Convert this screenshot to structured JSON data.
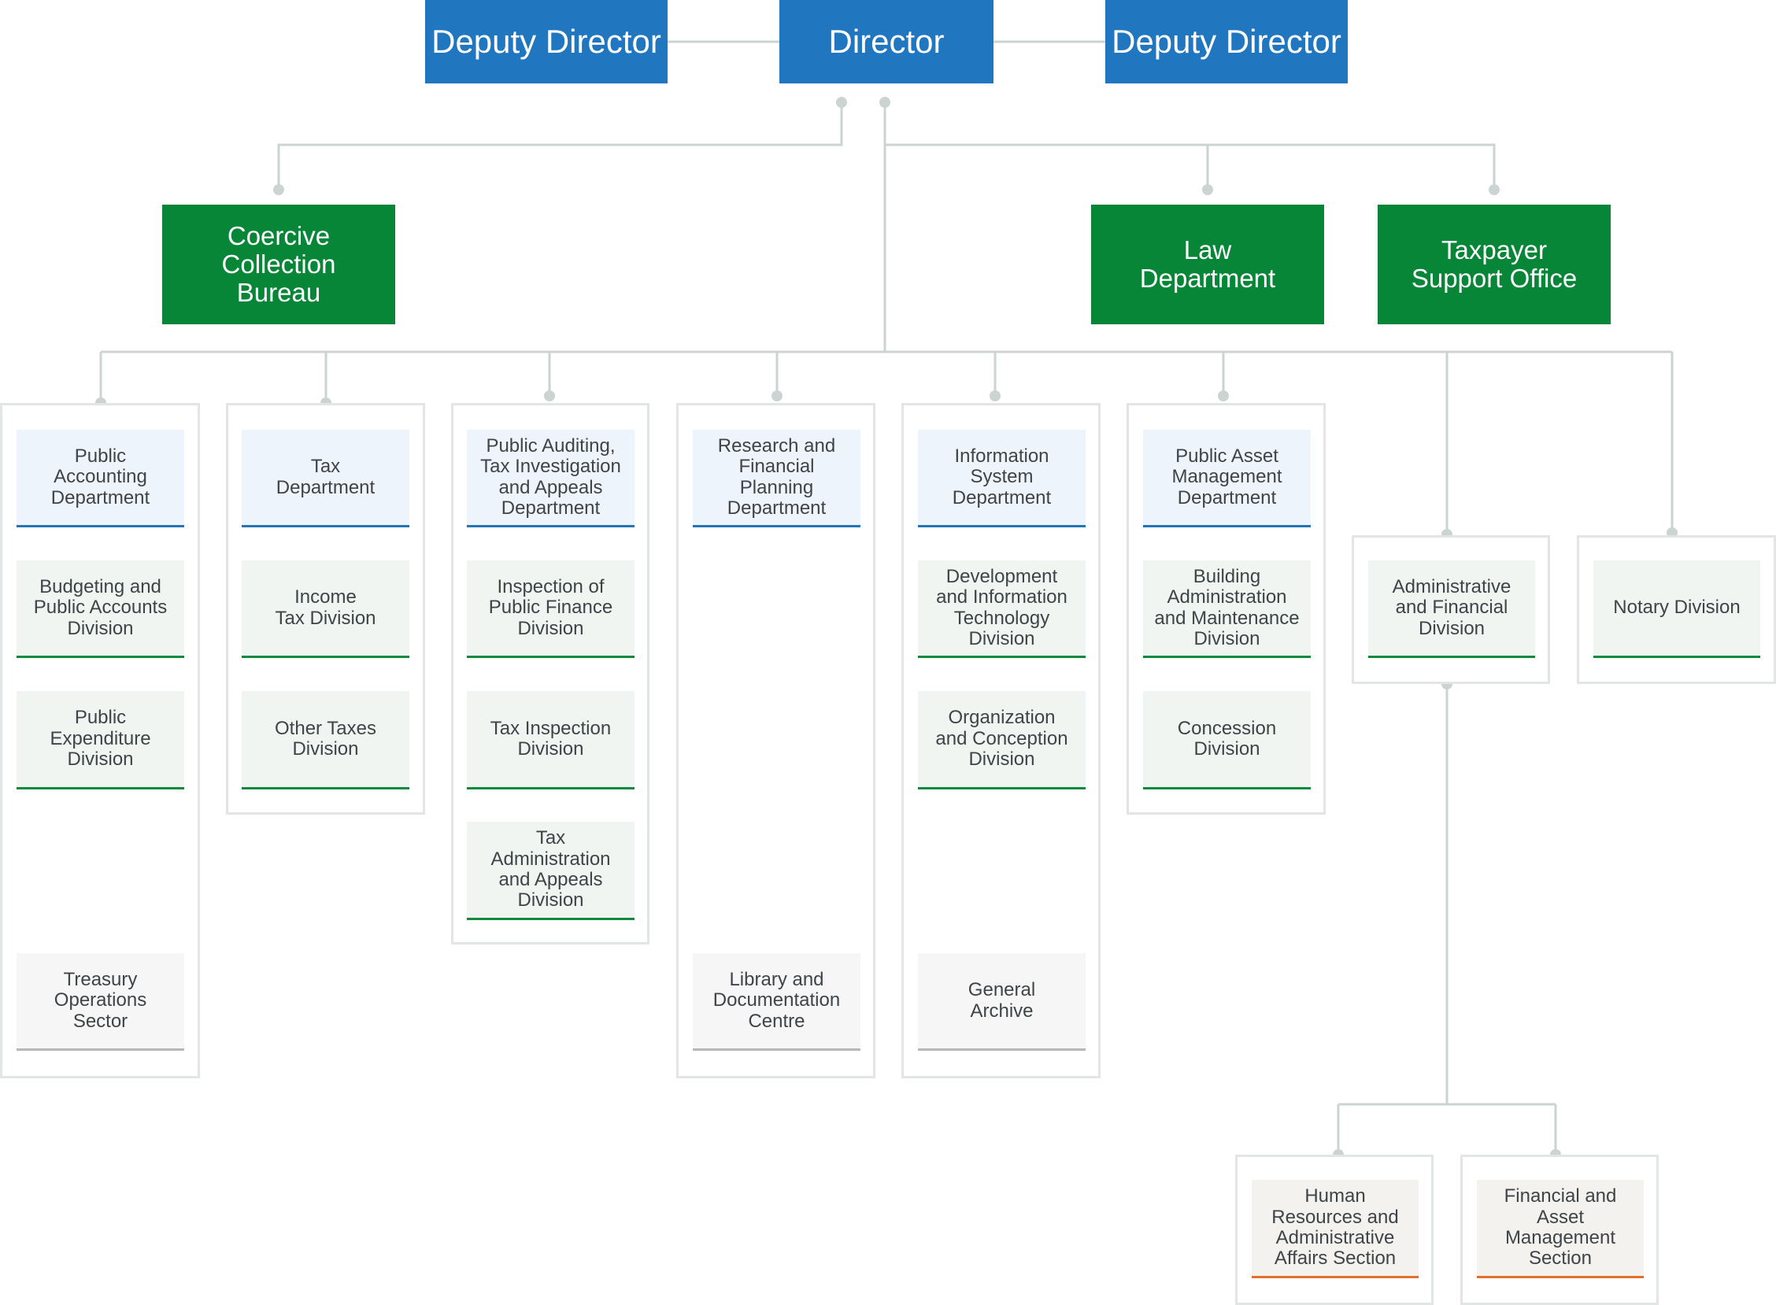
{
  "top": {
    "deputy_left": "Deputy Director",
    "director": "Director",
    "deputy_right": "Deputy Director"
  },
  "offices": {
    "coercive": "Coercive\nCollection\nBureau",
    "law": "Law\nDepartment",
    "taxpayer": "Taxpayer\nSupport Office"
  },
  "columns": [
    {
      "cards": [
        "Public\nAccounting\nDepartment",
        "Budgeting and\nPublic Accounts\nDivision",
        "Public\nExpenditure\nDivision",
        "Treasury\nOperations\nSector"
      ]
    },
    {
      "cards": [
        "Tax\nDepartment",
        "Income\nTax Division",
        "Other Taxes\nDivision"
      ]
    },
    {
      "cards": [
        "Public Auditing,\nTax Investigation\nand Appeals\nDepartment",
        "Inspection of\nPublic Finance\nDivision",
        "Tax Inspection\nDivision",
        "Tax\nAdministration\nand Appeals\nDivision"
      ]
    },
    {
      "cards": [
        "Research and\nFinancial\nPlanning\nDepartment",
        "Library and\nDocumentation\nCentre"
      ]
    },
    {
      "cards": [
        "Information\nSystem\nDepartment",
        "Development\nand Information\nTechnology\nDivision",
        "Organization\nand Conception\nDivision",
        "General\nArchive"
      ]
    },
    {
      "cards": [
        "Public Asset\nManagement\nDepartment",
        "Building\nAdministration\nand Maintenance\nDivision",
        "Concession\nDivision"
      ]
    }
  ],
  "admin": {
    "administrative": "Administrative\nand Financial\nDivision",
    "notary": "Notary Division",
    "hr": "Human\nResources and\nAdministrative\nAffairs Section",
    "financial": "Financial and\nAsset\nManagement\nSection"
  },
  "colors": {
    "leadership_blue": "#2177bf",
    "office_green": "#078637",
    "department_accent": "#2474b8",
    "division_accent": "#0f8a3c",
    "section_accent": "#e0702a",
    "sector_accent": "#b6b8b7",
    "connector_gray": "#ccd3d3"
  }
}
